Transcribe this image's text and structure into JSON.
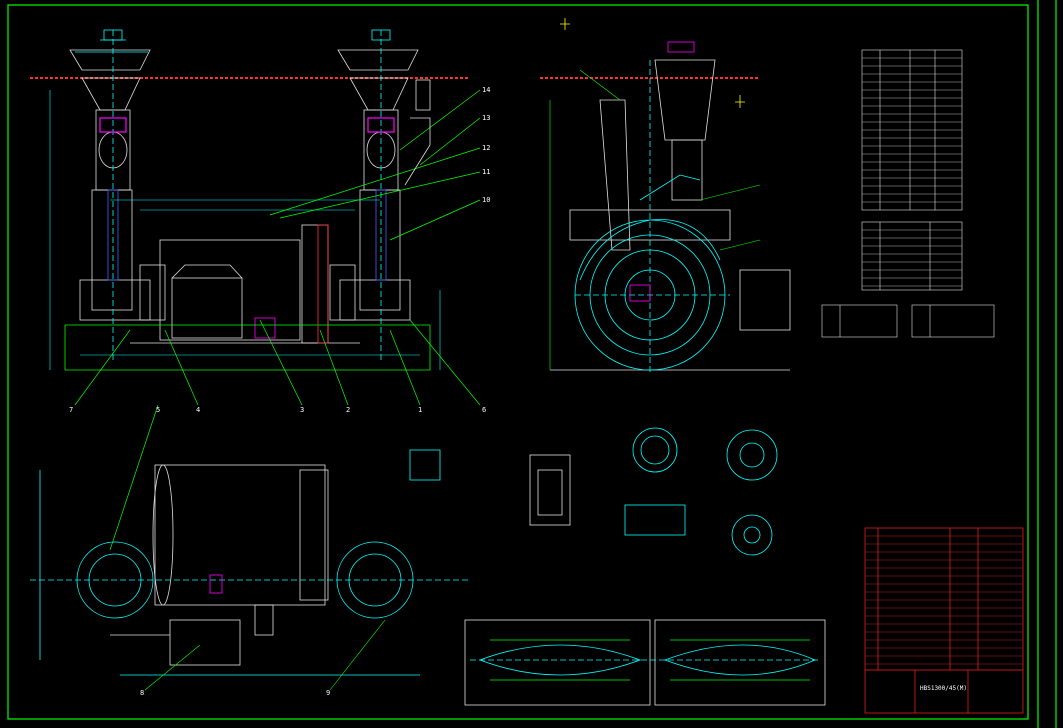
{
  "drawing": {
    "background": "#000000",
    "colors": {
      "frame": "#00ff00",
      "line": "#ffffff",
      "outline": "#e0e0e0",
      "dim": "#00ffff",
      "leader": "#00ff00",
      "accent": "#ff00ff",
      "table_red": "#ff2020",
      "yellow": "#ffff00",
      "ground": "#ff3030",
      "blue": "#4060ff",
      "orange": "#ff8800"
    },
    "part_numbers_left": [
      "7",
      "6",
      "4",
      "3",
      "2",
      "1",
      "5"
    ],
    "part_numbers_right": [
      "14",
      "13",
      "12",
      "11",
      "10"
    ],
    "part_numbers_bottom": [
      "8",
      "9"
    ],
    "title_block_code": "HBS1300/45(M)"
  }
}
